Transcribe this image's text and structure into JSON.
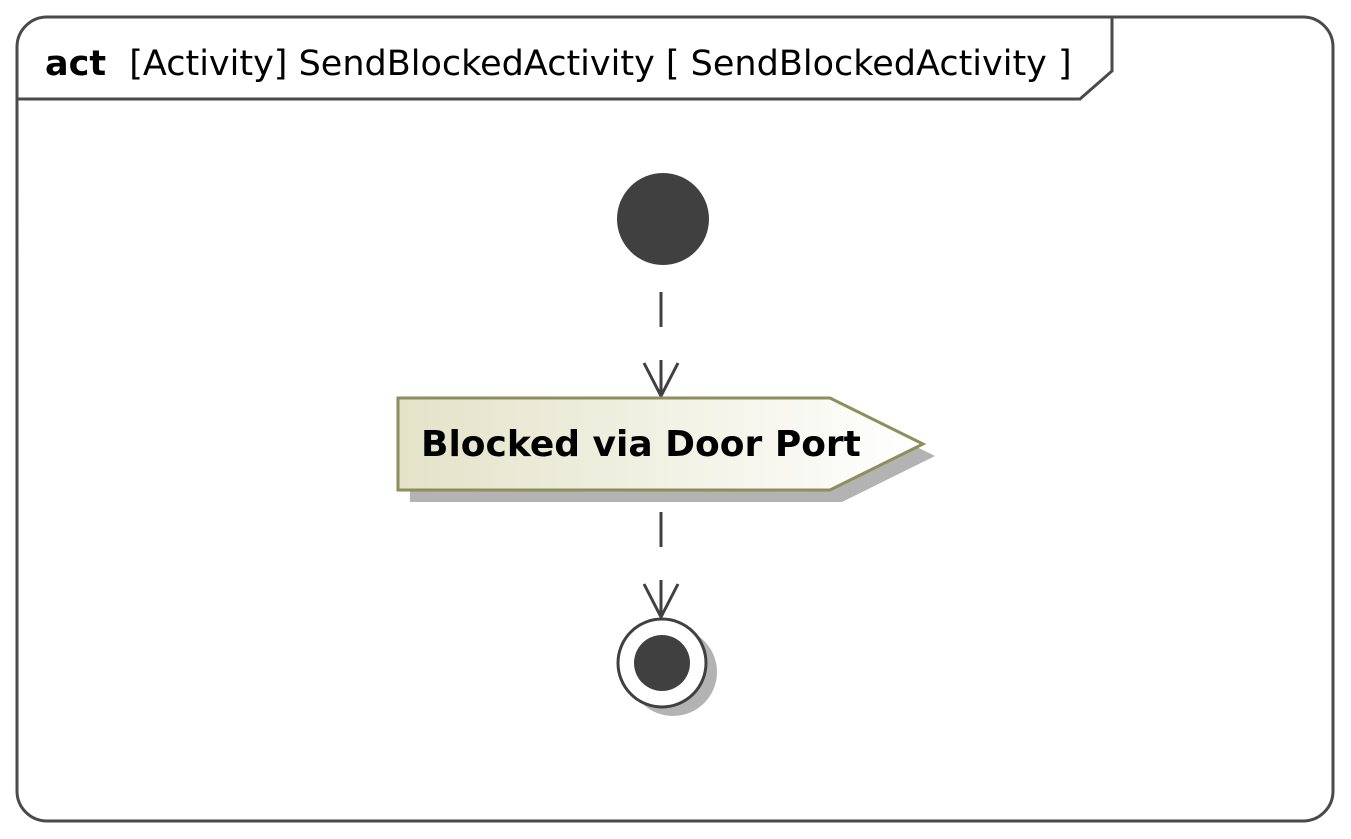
{
  "frame": {
    "keyword": "act",
    "title": "[Activity] SendBlockedActivity [ SendBlockedActivity  ]"
  },
  "nodes": {
    "initial": {
      "kind": "initial-node"
    },
    "send_signal": {
      "kind": "send-signal-action",
      "label": "Blocked via Door Port"
    },
    "final": {
      "kind": "activity-final-node"
    }
  },
  "flows": [
    {
      "from": "initial",
      "to": "send_signal",
      "style": "dashed"
    },
    {
      "from": "send_signal",
      "to": "final",
      "style": "dashed"
    }
  ],
  "colors": {
    "node_fill": "#404040",
    "frame_stroke": "#4a4a4a",
    "action_stroke": "#8e8e5c",
    "action_fill_start": "#e3e3c9",
    "action_fill_end": "#ffffff",
    "shadow": "#b3b3b3"
  }
}
